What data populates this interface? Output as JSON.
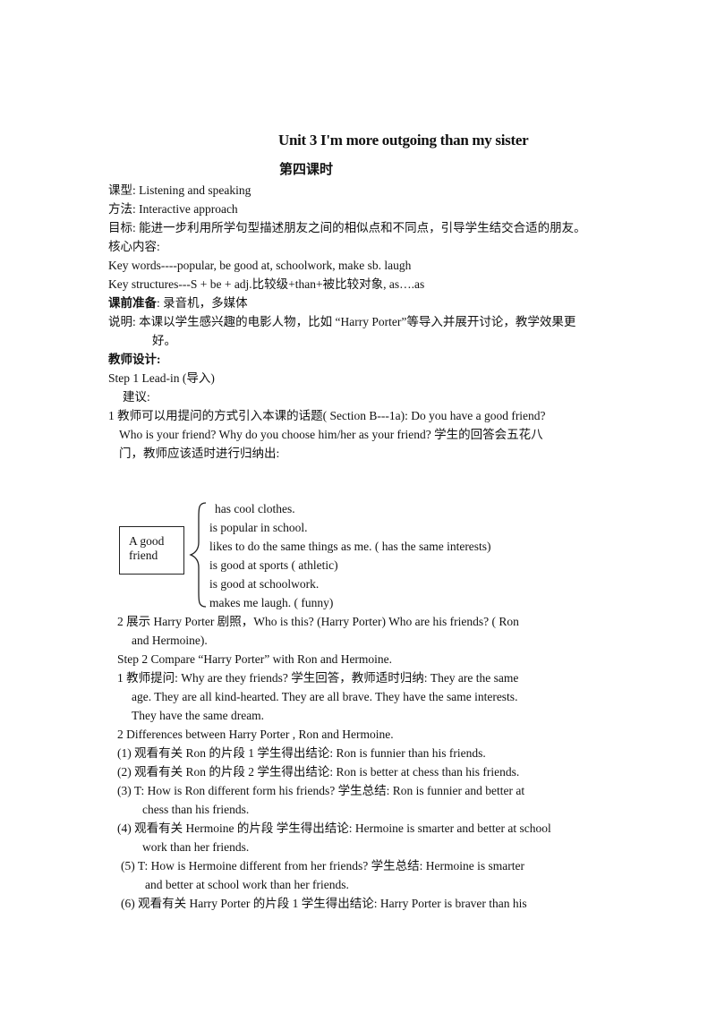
{
  "title": "Unit 3 I'm more outgoing than my sister",
  "subtitle": "第四课时",
  "meta": {
    "lesson_type": "课型:   Listening  and  speaking",
    "method": "方法:   Interactive  approach",
    "goal": "目标:   能进一步利用所学句型描述朋友之间的相似点和不同点，引导学生结交合适的朋友。",
    "core_heading": "核心内容:",
    "key_words": "Key  words----popular,  be  good  at,  schoolwork,  make  sb.  laugh",
    "key_structures": "Key  structures---S  +  be  +  adj.比较级+than+被比较对象,      as….as",
    "prep_label": "课前准备",
    "prep_text": ":   录音机，多媒体",
    "note_1": "说明:   本课以学生感兴趣的电影人物，比如 “Harry Porter”等导入并展开讨论，教学效果更",
    "note_2": "好。"
  },
  "design_heading": "教师设计:",
  "step1": {
    "heading": "Step  1    Lead-in  (导入)",
    "advice": "建议:",
    "item1_l1": "1  教师可以用提问的方式引入本课的话题( Section  B---1a):  Do  you  have  a  good  friend?",
    "item1_l2": "Who  is  your  friend?  Why  do  you  choose  him/her  as  your  friend?  学生的回答会五花八",
    "item1_l3": "门，教师应该适时进行归纳出:"
  },
  "diagram": {
    "box_line1": "A    good",
    "box_line2": "friend",
    "items": [
      "has  cool  clothes.",
      "is  popular  in  school.",
      "likes  to  do  the  same  things  as  me.  ( has  the  same  interests)",
      "is  good  at  sports  (   athletic)",
      "is  good  at  schoolwork.",
      "makes  me  laugh.  (  funny)"
    ]
  },
  "item2_l1": "2  展示 Harry  Porter  剧照，Who  is  this?  (Harry  Porter)     Who  are  his  friends?  ( Ron",
  "item2_l2": "and  Hermoine).",
  "step2": {
    "heading": "Step  2    Compare  “Harry  Porter” with  Ron  and  Hermoine.",
    "q1_l1": "1  教师提问:   Why  are  they  friends?   学生回答，教师适时归纳:   They  are  the  same",
    "q1_l2": "age.    They  are  all  kind-hearted.    They  are  all  brave.     They  have  the  same  interests.",
    "q1_l3": "They  have  the  same  dream.",
    "q2": "2    Differences  between  Harry  Porter  ,  Ron  and  Hermoine.",
    "s1": "(1)  观看有关 Ron 的片段 1  学生得出结论:   Ron  is  funnier  than  his  friends.",
    "s2": "(2)  观看有关 Ron 的片段 2  学生得出结论:   Ron  is  better  at  chess  than  his  friends.",
    "s3_l1": "(3)  T:   How  is  Ron  different  form  his  friends?   学生总结: Ron  is  funnier  and  better  at",
    "s3_l2": "chess  than  his  friends.",
    "s4_l1": "(4)  观看有关 Hermoine 的片段  学生得出结论:   Hermoine  is  smarter  and  better  at  school",
    "s4_l2": "work  than  her  friends.",
    "s5_l1": "(5)  T:   How  is  Hermoine  different  from  her  friends?   学生总结: Hermoine  is  smarter",
    "s5_l2": "and  better  at  school  work  than  her  friends.",
    "s6_l1": "(6)  观看有关 Harry  Porter 的片段 1  学生得出结论: Harry  Porter  is  braver  than  his"
  }
}
